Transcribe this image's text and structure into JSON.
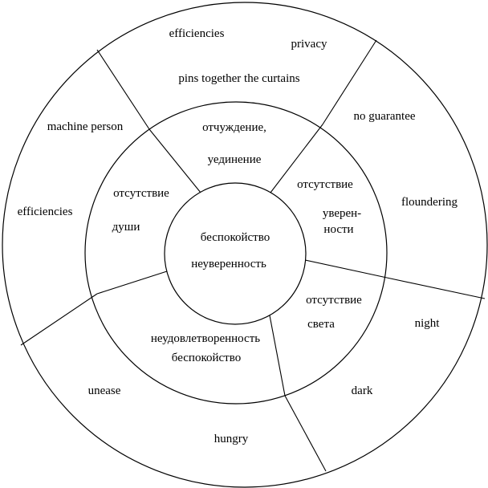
{
  "center": {
    "line1": "беспокойство",
    "line2": "неуверенность"
  },
  "inner_ring": {
    "top": [
      "отчуждение,",
      "уединение"
    ],
    "right": [
      "отсутствие",
      "уверен-",
      "ности"
    ],
    "lower_right": [
      "отсутствие",
      "света"
    ],
    "bottom": [
      "неудовлетворенность",
      "беспокойство"
    ],
    "left": [
      "отсутствие",
      "души"
    ]
  },
  "outer_ring": {
    "top": [
      "efficiencies",
      "privacy",
      "pins together the curtains"
    ],
    "upper_right": [
      "no guarantee",
      "floundering"
    ],
    "lower_right": [
      "night",
      "dark"
    ],
    "bottom": [
      "unease",
      "hungry"
    ],
    "left": [
      "machine person",
      "efficiencies"
    ]
  }
}
